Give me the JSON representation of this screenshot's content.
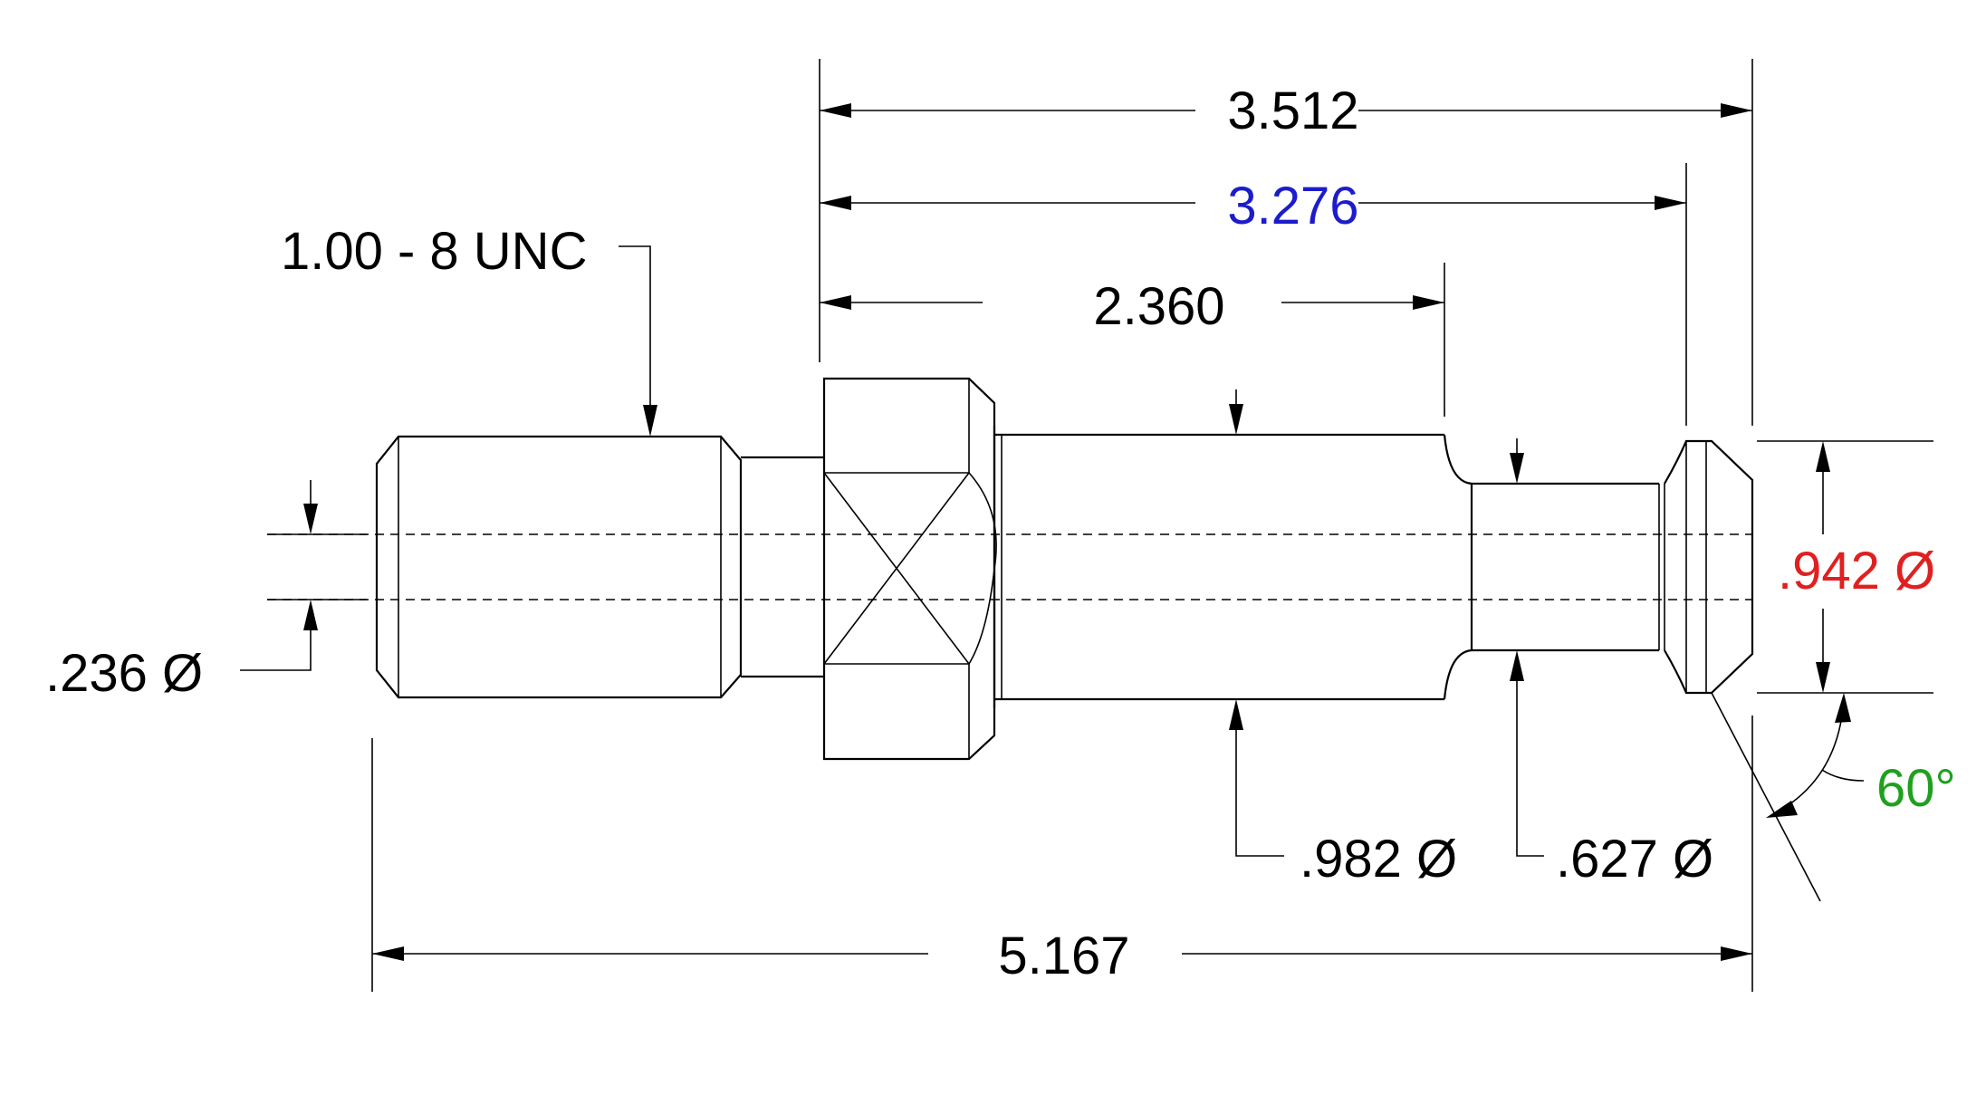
{
  "colors": {
    "line": "#000000",
    "default_text": "#000000",
    "blue_dimension": "#1c1ccc",
    "red_dimension": "#e02020",
    "green_dimension": "#1fa01f"
  },
  "labels": {
    "thread": "1.00 - 8 UNC",
    "bore_diameter": ".236 Ø",
    "overall_length": "5.167",
    "length_to_end": "3.512",
    "length_to_flange": "3.276",
    "shank_length": "2.360",
    "shank_diameter": ".982 Ø",
    "neck_diameter": ".627 Ø",
    "flange_diameter": ".942 Ø",
    "chamfer_angle": "60°"
  }
}
